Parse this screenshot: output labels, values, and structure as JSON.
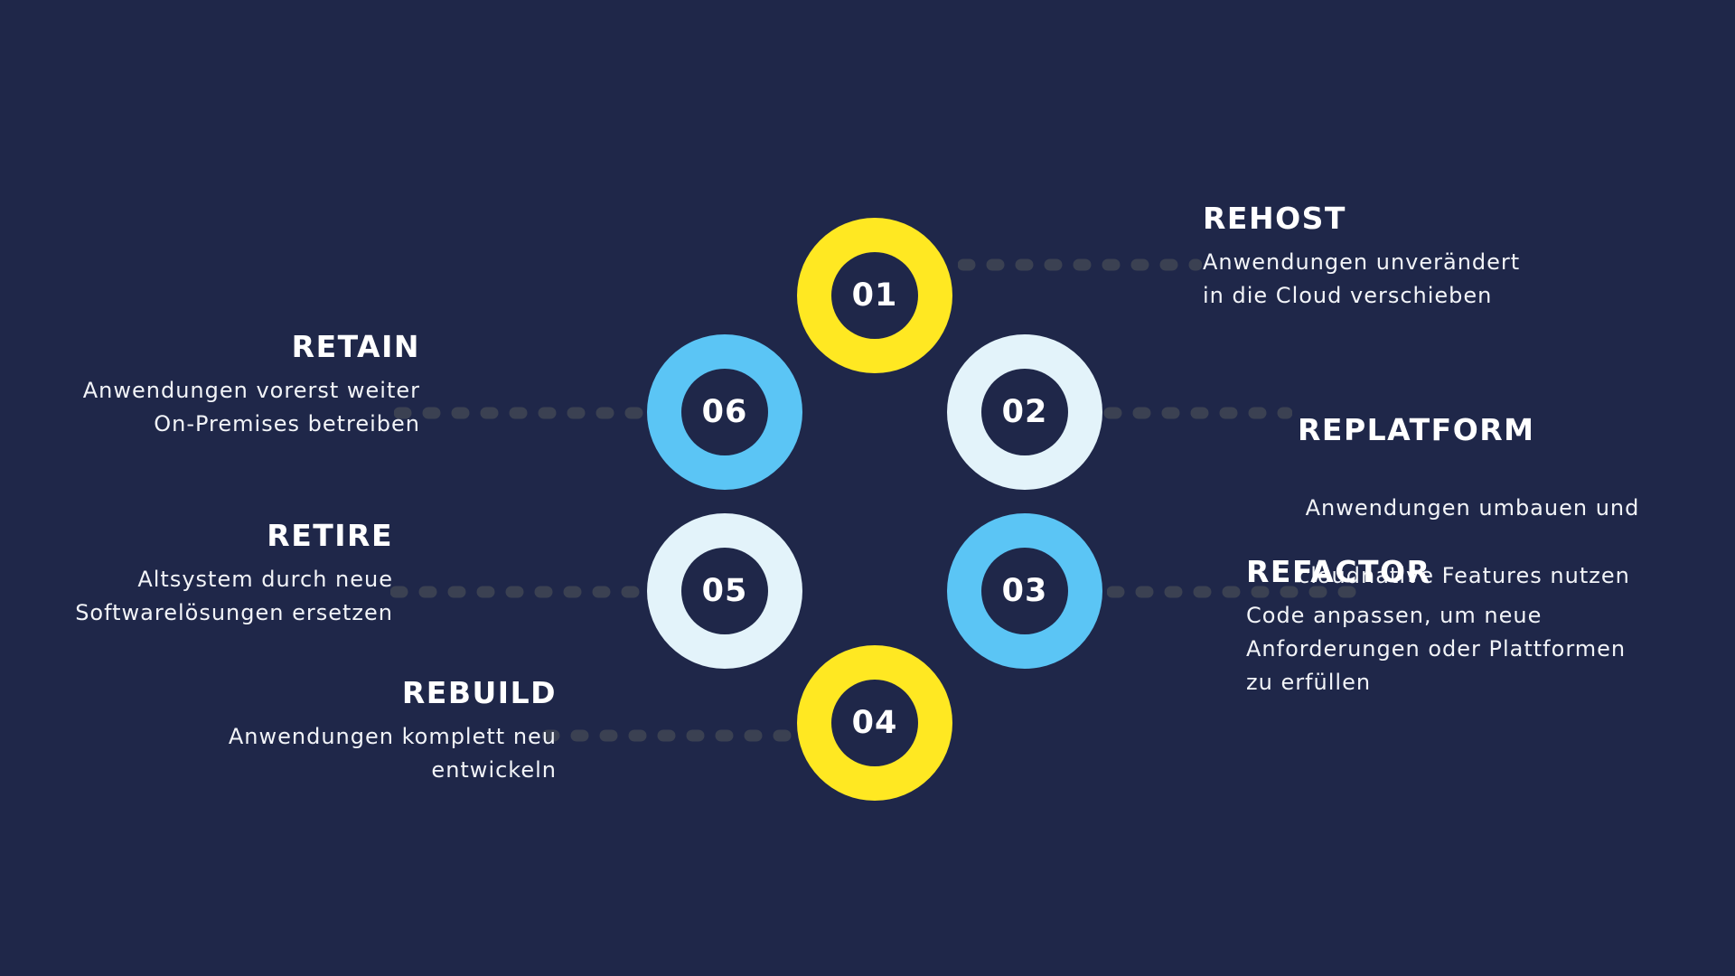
{
  "colors": {
    "background": "#1f2749",
    "yellow": "#ffe822",
    "light_blue": "#5bc5f5",
    "pale": "#e3f3fa",
    "dots": "#3b4152"
  },
  "steps": [
    {
      "number": "01",
      "title": "REHOST",
      "line1": "Anwendungen unverändert",
      "line2": "in die Cloud verschieben",
      "line3": ""
    },
    {
      "number": "02",
      "title": "REPLATFORM",
      "line1": " Anwendungen umbauen und",
      "line2": "cloudnative Features nutzen",
      "line3": ""
    },
    {
      "number": "03",
      "title": "REFACTOR",
      "line1": "Code anpassen, um neue",
      "line2": "Anforderungen oder Plattformen",
      "line3": "zu erfüllen"
    },
    {
      "number": "04",
      "title": "REBUILD",
      "line1": "Anwendungen komplett neu",
      "line2": "entwickeln",
      "line3": ""
    },
    {
      "number": "05",
      "title": "RETIRE",
      "line1": "Altsystem durch neue",
      "line2": "Softwarelösungen ersetzen",
      "line3": ""
    },
    {
      "number": "06",
      "title": "RETAIN",
      "line1": "Anwendungen vorerst weiter",
      "line2": "On-Premises betreiben",
      "line3": ""
    }
  ]
}
